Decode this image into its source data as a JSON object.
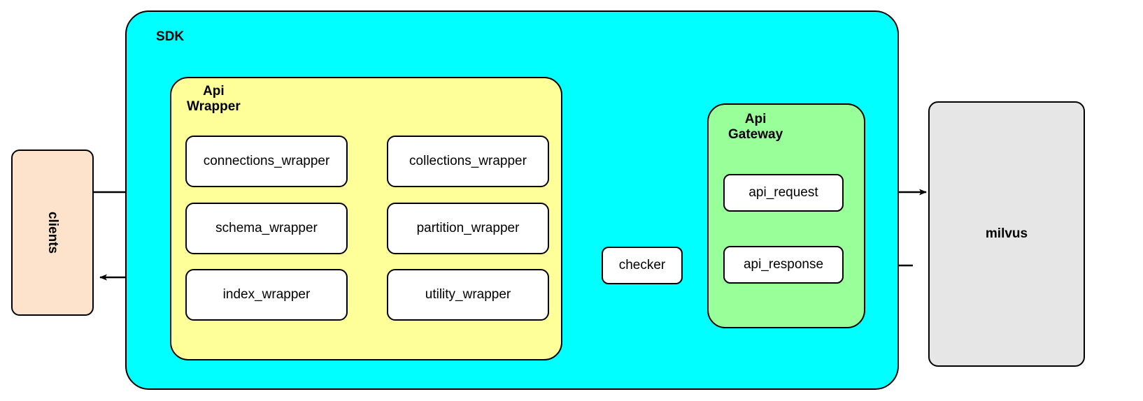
{
  "diagram": {
    "title_hidden": "Milvus SDK architecture",
    "colors": {
      "sdk_fill": "#00FFFF",
      "api_wrapper_fill": "#FFFF99",
      "api_gateway_fill": "#99FF99",
      "clients_fill": "#FEE3CC",
      "milvus_fill": "#E6E6E6",
      "leaf_fill": "#FFFFFF",
      "stroke": "#000000"
    },
    "containers": {
      "sdk": {
        "label": "SDK"
      },
      "api_wrapper": {
        "label": "Api\nWrapper"
      },
      "api_gateway": {
        "label": "Api\nGateway"
      }
    },
    "endpoints": {
      "clients": {
        "label": "clients"
      },
      "milvus": {
        "label": "milvus"
      }
    },
    "api_wrapper_modules": [
      {
        "label": "connections_wrapper"
      },
      {
        "label": "collections_wrapper"
      },
      {
        "label": "schema_wrapper"
      },
      {
        "label": "partition_wrapper"
      },
      {
        "label": "index_wrapper"
      },
      {
        "label": "utility_wrapper"
      }
    ],
    "api_gateway_modules": [
      {
        "label": "api_request"
      },
      {
        "label": "api_response"
      }
    ],
    "checker": {
      "label": "checker"
    },
    "flows": [
      {
        "from": "clients",
        "to": "api_wrapper",
        "direction": "right"
      },
      {
        "from": "api_wrapper",
        "to": "api_gateway",
        "direction": "right"
      },
      {
        "from": "api_request",
        "to": "milvus",
        "direction": "right"
      },
      {
        "from": "milvus",
        "to": "api_response",
        "direction": "left"
      },
      {
        "from": "api_response",
        "to": "checker",
        "direction": "left"
      },
      {
        "from": "checker",
        "to": "api_wrapper",
        "direction": "left"
      },
      {
        "from": "api_wrapper",
        "to": "clients",
        "direction": "left"
      }
    ]
  }
}
